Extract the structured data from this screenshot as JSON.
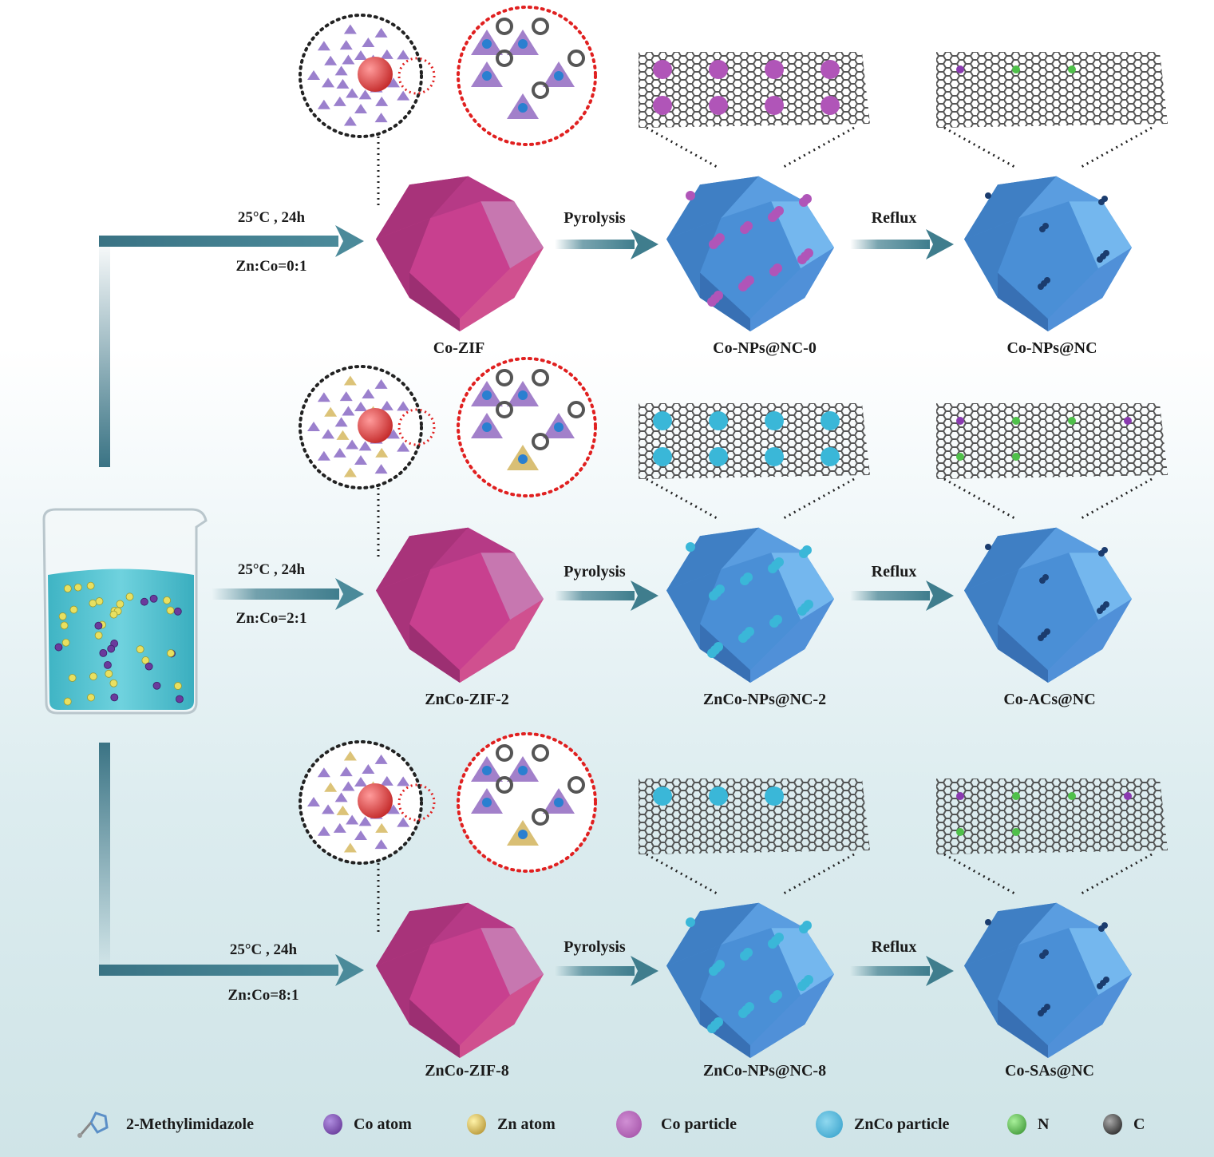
{
  "conditions": [
    {
      "temp_time": "25°C , 24h",
      "ratio": "Zn:Co=0:1"
    },
    {
      "temp_time": "25°C , 24h",
      "ratio": "Zn:Co=2:1"
    },
    {
      "temp_time": "25°C , 24h",
      "ratio": "Zn:Co=8:1"
    }
  ],
  "steps": {
    "pyrolysis": "Pyrolysis",
    "reflux": "Reflux"
  },
  "rows": [
    {
      "zif": "Co-ZIF",
      "nps": "Co-NPs@NC-0",
      "final": "Co-NPs@NC",
      "particle_color": "#b055b8"
    },
    {
      "zif": "ZnCo-ZIF-2",
      "nps": "ZnCo-NPs@NC-2",
      "final": "Co-ACs@NC",
      "particle_color": "#3ab7d8"
    },
    {
      "zif": "ZnCo-ZIF-8",
      "nps": "ZnCo-NPs@NC-8",
      "final": "Co-SAs@NC",
      "particle_color": "#3ab7d8"
    }
  ],
  "legend": [
    {
      "label": "2-Methylimidazole",
      "icon": "molecule-icon"
    },
    {
      "label": "Co atom",
      "icon": "co-atom-sphere",
      "color": "#6a3a9c"
    },
    {
      "label": "Zn atom",
      "icon": "zn-atom-sphere",
      "color": "#c9a43a"
    },
    {
      "label": "Co particle",
      "icon": "co-particle-sphere",
      "color": "#b763b9"
    },
    {
      "label": "ZnCo particle",
      "icon": "znco-particle-sphere",
      "color": "#3eaed6"
    },
    {
      "label": "N",
      "icon": "n-atom-sphere",
      "color": "#3fa83a"
    },
    {
      "label": "C",
      "icon": "c-atom-sphere",
      "color": "#2a2a2a"
    }
  ],
  "colors": {
    "arrow": "#3f7d8d",
    "zif_face": "#c8408f",
    "nc_face": "#4a8fd6",
    "solution": "#4fc0cf"
  }
}
